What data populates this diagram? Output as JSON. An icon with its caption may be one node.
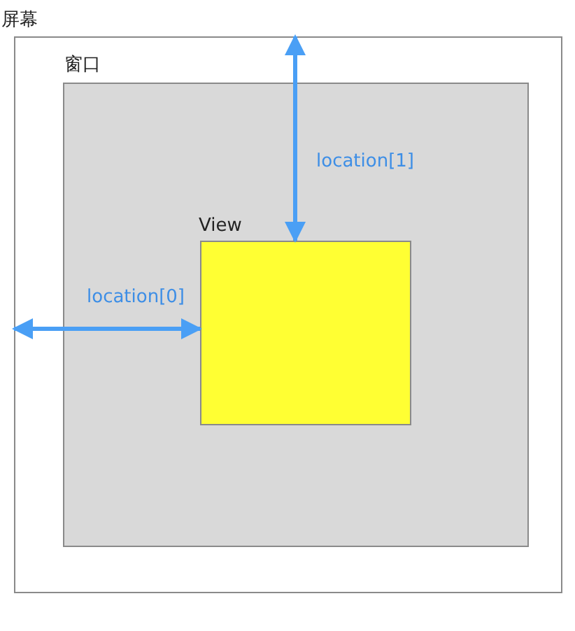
{
  "diagram": {
    "nodes": [
      {
        "text": [
          "屏幕"
        ]
      },
      {
        "text": [
          "窗口"
        ],
        "in": 0
      },
      {
        "text": [
          "View"
        ],
        "in": 1
      }
    ],
    "edges": [
      {
        "from": 0,
        "to": 2,
        "arrow": "both",
        "label": "location[1]"
      },
      {
        "from": 0,
        "to": 2,
        "arrow": "both",
        "label": "location[0]"
      }
    ]
  }
}
